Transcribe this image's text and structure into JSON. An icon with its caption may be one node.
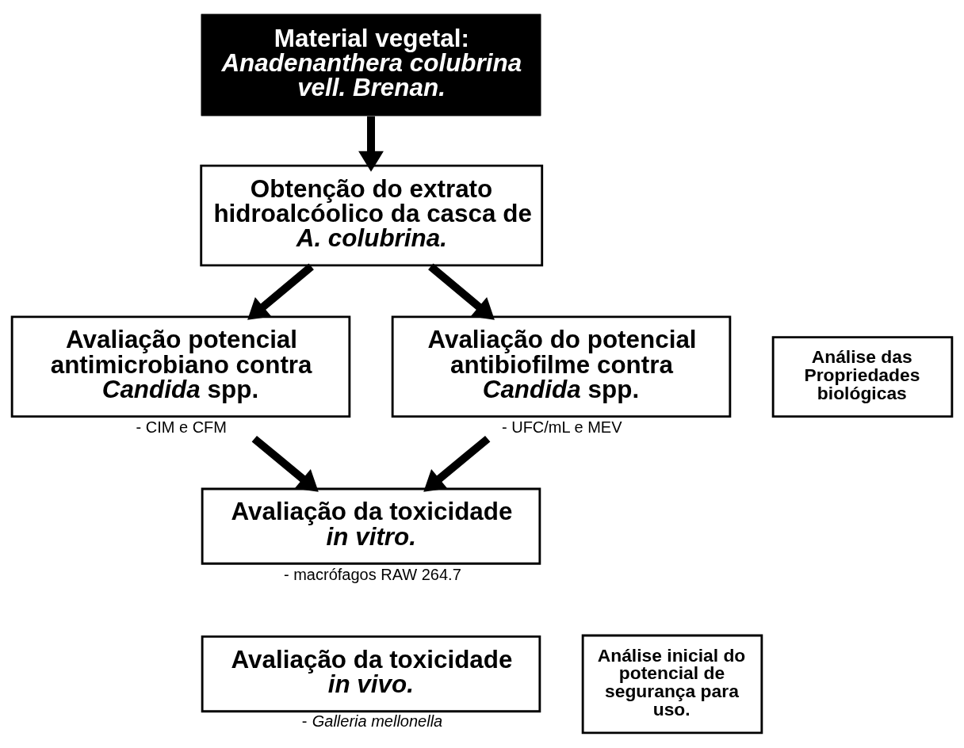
{
  "diagram": {
    "nodes": [
      {
        "text": [
          "Material vegetal: *Anadenanthera colubrina vell. Brenan.*"
        ]
      },
      {
        "text": [
          "Obtenção do extrato hidroalcóolico da casca de *A. colubrina.*"
        ]
      },
      {
        "text": [
          "Avaliação potencial antimicrobiano contra *Candida* spp."
        ],
        "beside": [
          "- CIM e CFM"
        ]
      },
      {
        "text": [
          "Avaliação do potencial antibiofilme contra *Candida* spp."
        ],
        "beside": [
          "- UFC/mL e MEV"
        ]
      },
      {
        "text": [
          "Análise das Propriedades biológicas"
        ]
      },
      {
        "text": [
          "Avaliação da toxicidade *in vitro.*"
        ],
        "beside": [
          "- macrófagos RAW 264.7"
        ]
      },
      {
        "text": [
          "Avaliação da toxicidade *in vivo.*"
        ],
        "beside": [
          "- *Galleria mellonella*"
        ]
      },
      {
        "text": [
          "Análise inicial do potencial de segurança para uso."
        ]
      }
    ],
    "edges": [
      {
        "from": 0,
        "to": 1,
        "arrow": "to"
      },
      {
        "from": 1,
        "to": 2,
        "arrow": "to"
      },
      {
        "from": 1,
        "to": 3,
        "arrow": "to"
      },
      {
        "from": 2,
        "to": 5,
        "arrow": "to"
      },
      {
        "from": 3,
        "to": 5,
        "arrow": "to"
      }
    ]
  }
}
